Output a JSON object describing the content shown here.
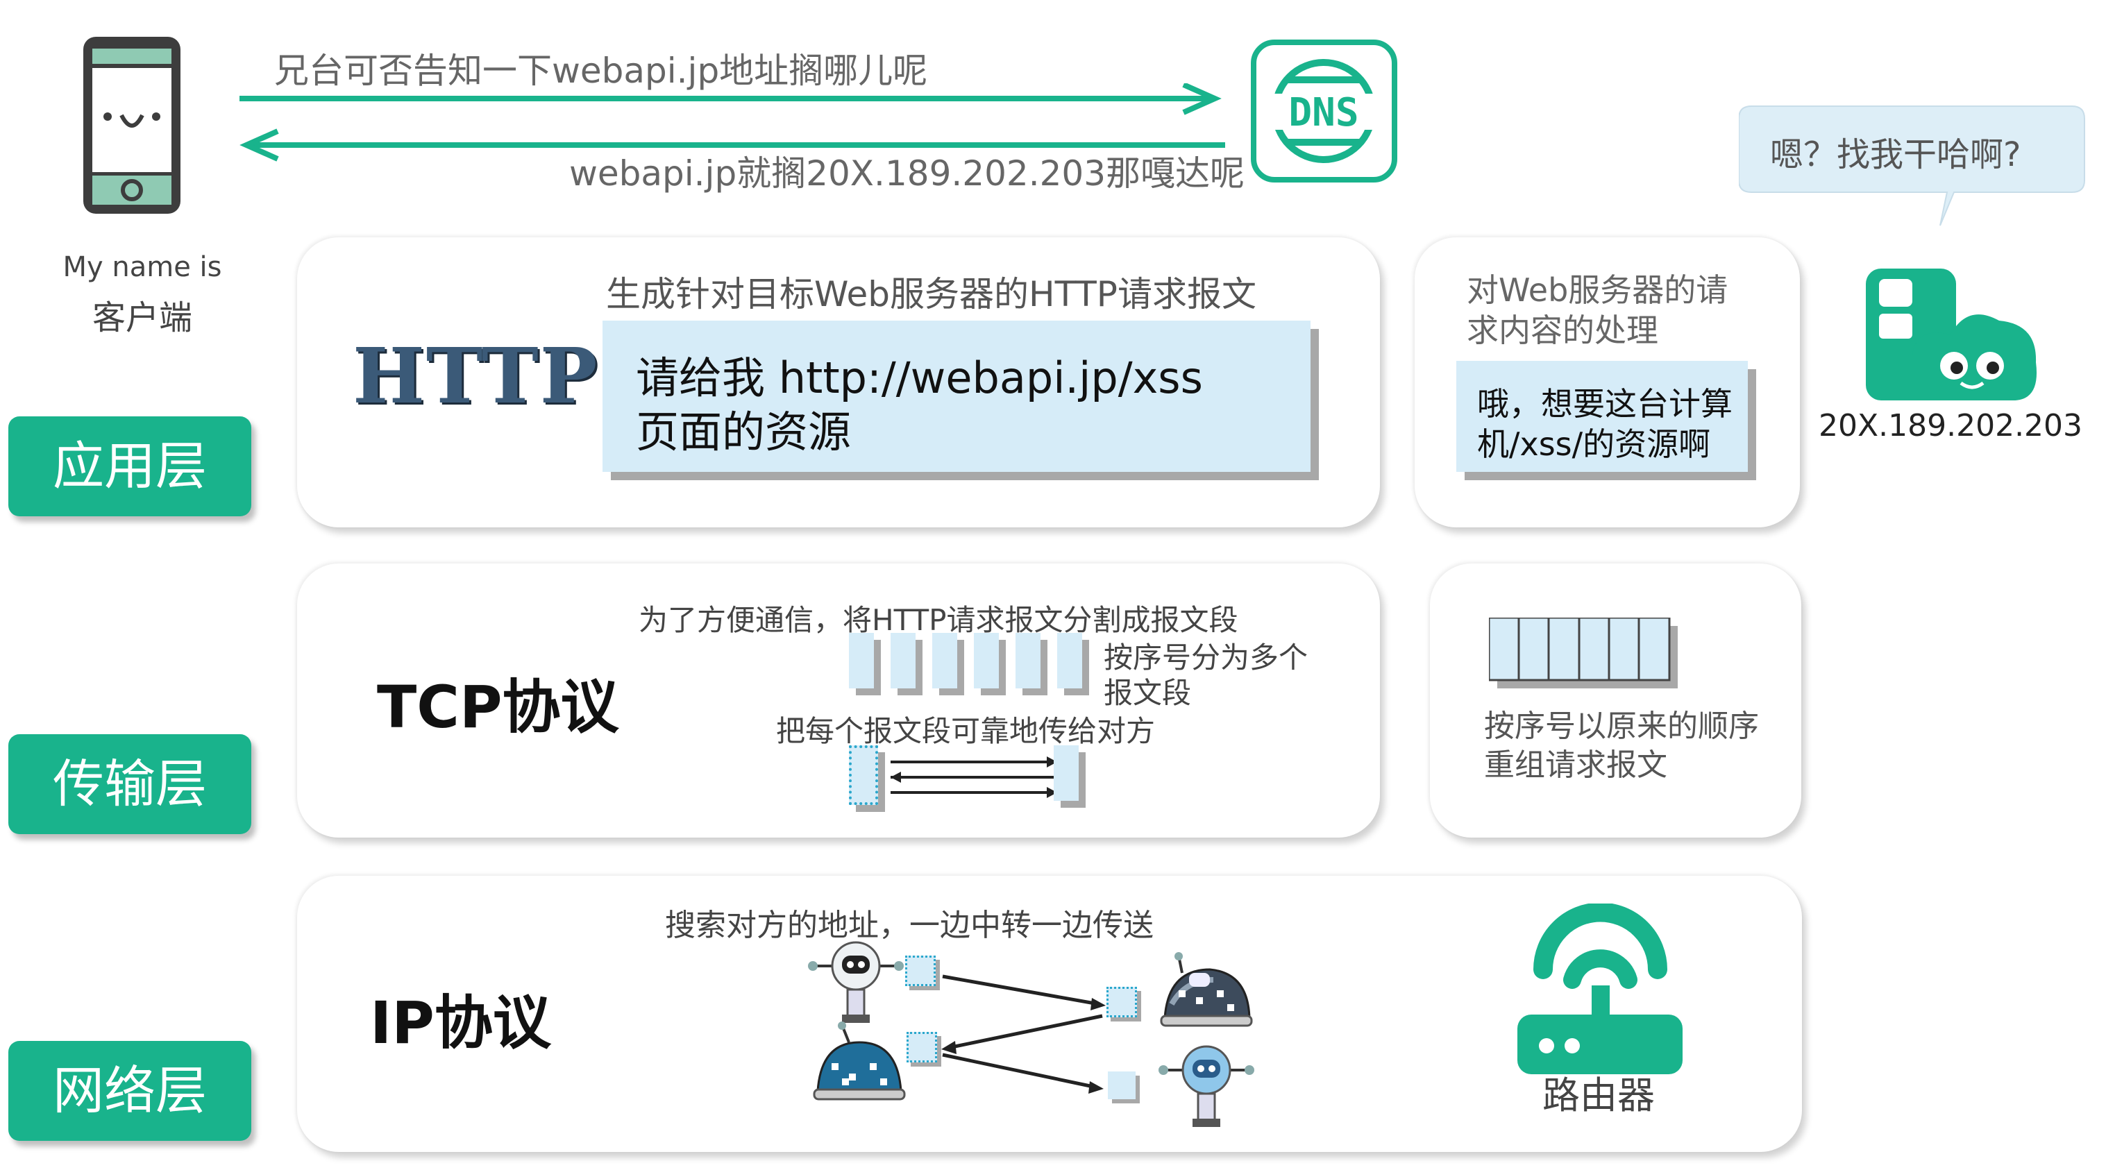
{
  "dns": {
    "request": "兄台可否告知一下webapi.jp地址搁哪儿呢",
    "response": "webapi.jp就搁20X.189.202.203那嘎达呢",
    "label": "DNS",
    "accent": "#19b38c"
  },
  "client": {
    "line1": "My name is",
    "line2": "客户端"
  },
  "server": {
    "bubble": "嗯？找我干哈啊?",
    "ip": "20X.189.202.203"
  },
  "layers": {
    "app": "应用层",
    "transport": "传输层",
    "network": "网络层"
  },
  "app_card": {
    "logo": "HTTP",
    "caption": "生成针对目标Web服务器的HTTP请求报文",
    "request_line1": "请给我 http://webapi.jp/xss",
    "request_line2": "页面的资源"
  },
  "app_server_card": {
    "caption_line1": "对Web服务器的请",
    "caption_line2": "求内容的处理",
    "box_line1": "哦，想要这台计算",
    "box_line2": "机/xss/的资源啊"
  },
  "tcp_card": {
    "title": "TCP协议",
    "caption": "为了方便通信，将HTTP请求报文分割成报文段",
    "split_line1": "按序号分为多个",
    "split_line2": "报文段",
    "deliver": "把每个报文段可靠地传给对方"
  },
  "tcp_server_card": {
    "line1": "按序号以原来的顺序",
    "line2": "重组请求报文"
  },
  "ip_card": {
    "title": "IP协议",
    "caption": "搜索对方的地址，一边中转一边传送",
    "router": "路由器"
  }
}
